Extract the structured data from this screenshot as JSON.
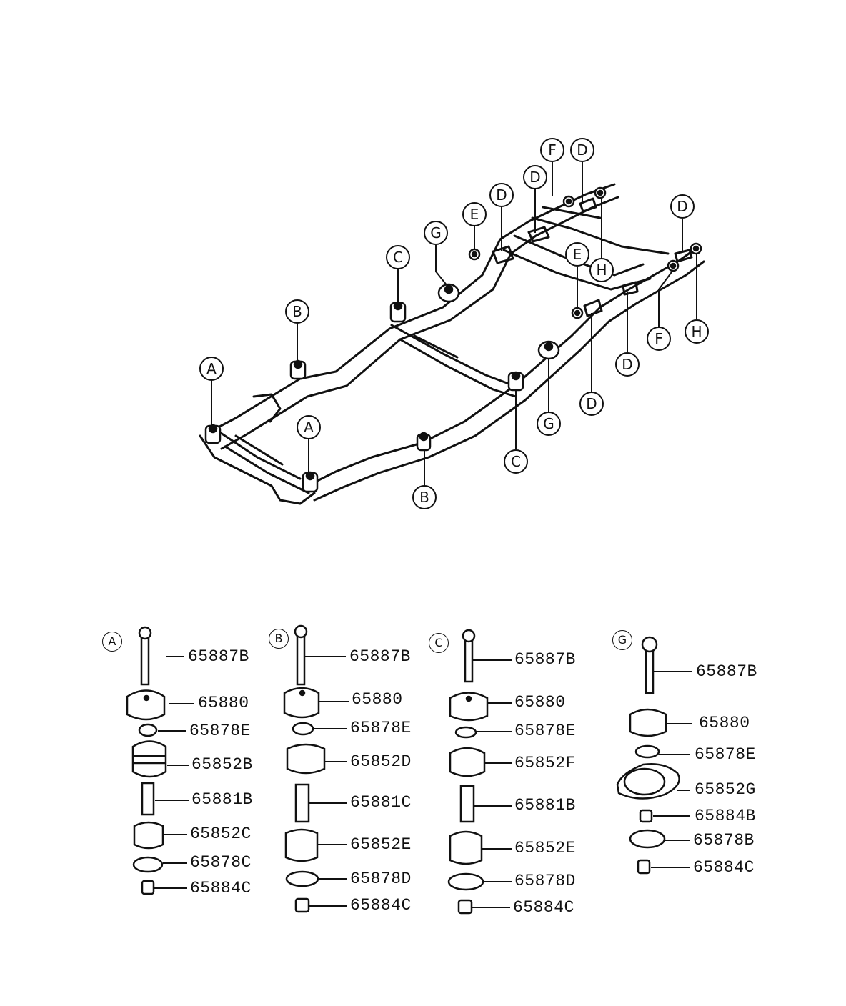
{
  "overview": {
    "callouts": [
      {
        "letter": "A"
      },
      {
        "letter": "A"
      },
      {
        "letter": "B"
      },
      {
        "letter": "B"
      },
      {
        "letter": "C"
      },
      {
        "letter": "C"
      },
      {
        "letter": "G"
      },
      {
        "letter": "G"
      },
      {
        "letter": "E"
      },
      {
        "letter": "E"
      },
      {
        "letter": "D"
      },
      {
        "letter": "D"
      },
      {
        "letter": "D"
      },
      {
        "letter": "D"
      },
      {
        "letter": "D"
      },
      {
        "letter": "D"
      },
      {
        "letter": "F"
      },
      {
        "letter": "F"
      },
      {
        "letter": "H"
      },
      {
        "letter": "H"
      }
    ]
  },
  "groups": [
    {
      "letter": "A",
      "parts": [
        "65887B",
        "65880",
        "65878E",
        "65852B",
        "65881B",
        "65852C",
        "65878C",
        "65884C"
      ]
    },
    {
      "letter": "B",
      "parts": [
        "65887B",
        "65880",
        "65878E",
        "65852D",
        "65881C",
        "65852E",
        "65878D",
        "65884C"
      ]
    },
    {
      "letter": "C",
      "parts": [
        "65887B",
        "65880",
        "65878E",
        "65852F",
        "65881B",
        "65852E",
        "65878D",
        "65884C"
      ]
    },
    {
      "letter": "G",
      "parts": [
        "65887B",
        "65880",
        "65878E",
        "65852G",
        "65884B",
        "65878B",
        "65884C"
      ]
    }
  ]
}
